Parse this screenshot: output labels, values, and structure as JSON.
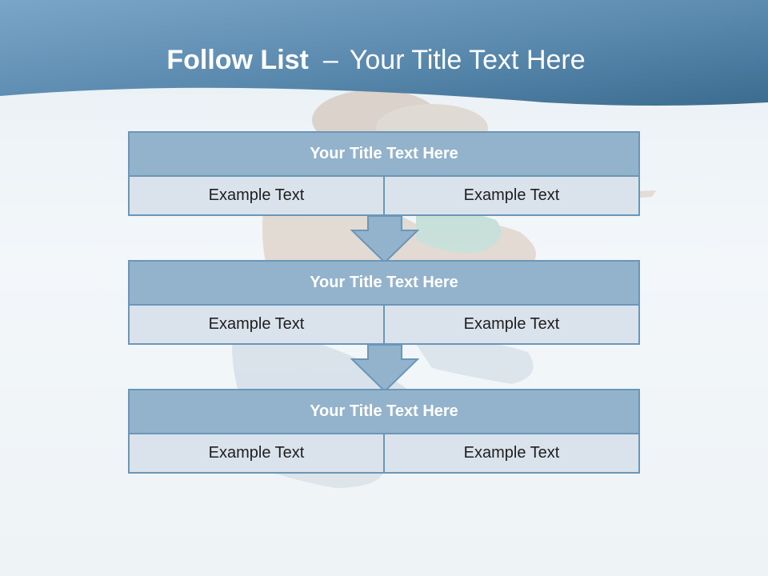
{
  "slide": {
    "title_bold": "Follow List",
    "title_separator": "–",
    "title_rest": "Your Title Text Here"
  },
  "blocks": [
    {
      "title": "Your Title Text Here",
      "left_text": "Example Text",
      "right_text": "Example Text"
    },
    {
      "title": "Your Title Text Here",
      "left_text": "Example Text",
      "right_text": "Example Text"
    },
    {
      "title": "Your Title Text Here",
      "left_text": "Example Text",
      "right_text": "Example Text"
    }
  ],
  "colors": {
    "header_dark": "#3b6c90",
    "header_light": "#7aa6c8",
    "block_title_fill": "#93b3cd",
    "block_border": "#6a96b8",
    "cell_fill": "#dae3ec",
    "arrow_fill": "#93b3cd"
  },
  "background_image": "faded-jumping-person"
}
